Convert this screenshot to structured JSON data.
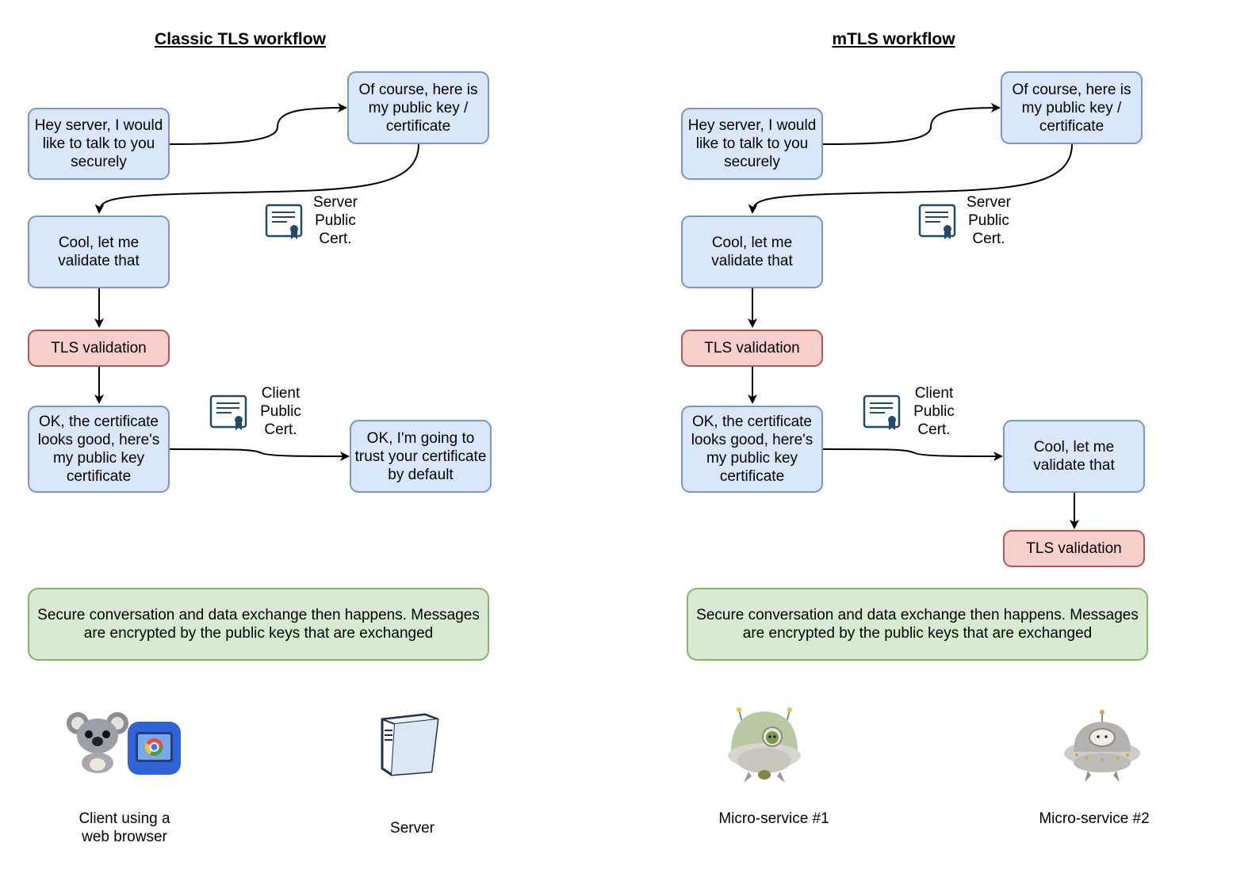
{
  "left": {
    "title": "Classic TLS workflow",
    "client_hello": "Hey server, I would like to talk to you securely",
    "server_reply": "Of course, here is my public key / certificate",
    "server_cert_label": "Server Public Cert.",
    "client_validate": "Cool, let me validate that",
    "tls_validation": "TLS validation",
    "client_ok": "OK, the certificate looks good, here's my public key certificate",
    "client_cert_label": "Client Public Cert.",
    "server_trust": "OK, I'm going to trust your certificate by default",
    "secure_conversation": "Secure conversation and data exchange then happens. Messages are encrypted by the public keys that are exchanged",
    "actor_client": "Client using a web browser",
    "actor_server": "Server"
  },
  "right": {
    "title": "mTLS workflow",
    "client_hello": "Hey server, I would like to talk to you securely",
    "server_reply": "Of course, here is my public key / certificate",
    "server_cert_label": "Server Public Cert.",
    "client_validate": "Cool, let me validate that",
    "tls_validation": "TLS validation",
    "client_ok": "OK, the certificate looks good, here's my public key certificate",
    "client_cert_label": "Client Public Cert.",
    "server_validate": "Cool, let me validate that",
    "server_tls_validation": "TLS validation",
    "secure_conversation": "Secure conversation and data exchange then happens. Messages are encrypted by the public keys that are exchanged",
    "actor_ms1": "Micro-service #1",
    "actor_ms2": "Micro-service #2"
  },
  "icons": {
    "certificate": "certificate-icon",
    "koala": "koala-icon",
    "browser": "browser-icon",
    "server": "server-icon",
    "ms1": "spaceship-green-icon",
    "ms2": "spaceship-grey-icon"
  },
  "colors": {
    "box_fill": "#dae7fb",
    "box_stroke": "#7896c8",
    "red_fill": "#f7cfcd",
    "red_stroke": "#b95551",
    "green_fill": "#d8ebd2",
    "green_stroke": "#88b56c",
    "cert_stroke": "#1f4a6e"
  }
}
